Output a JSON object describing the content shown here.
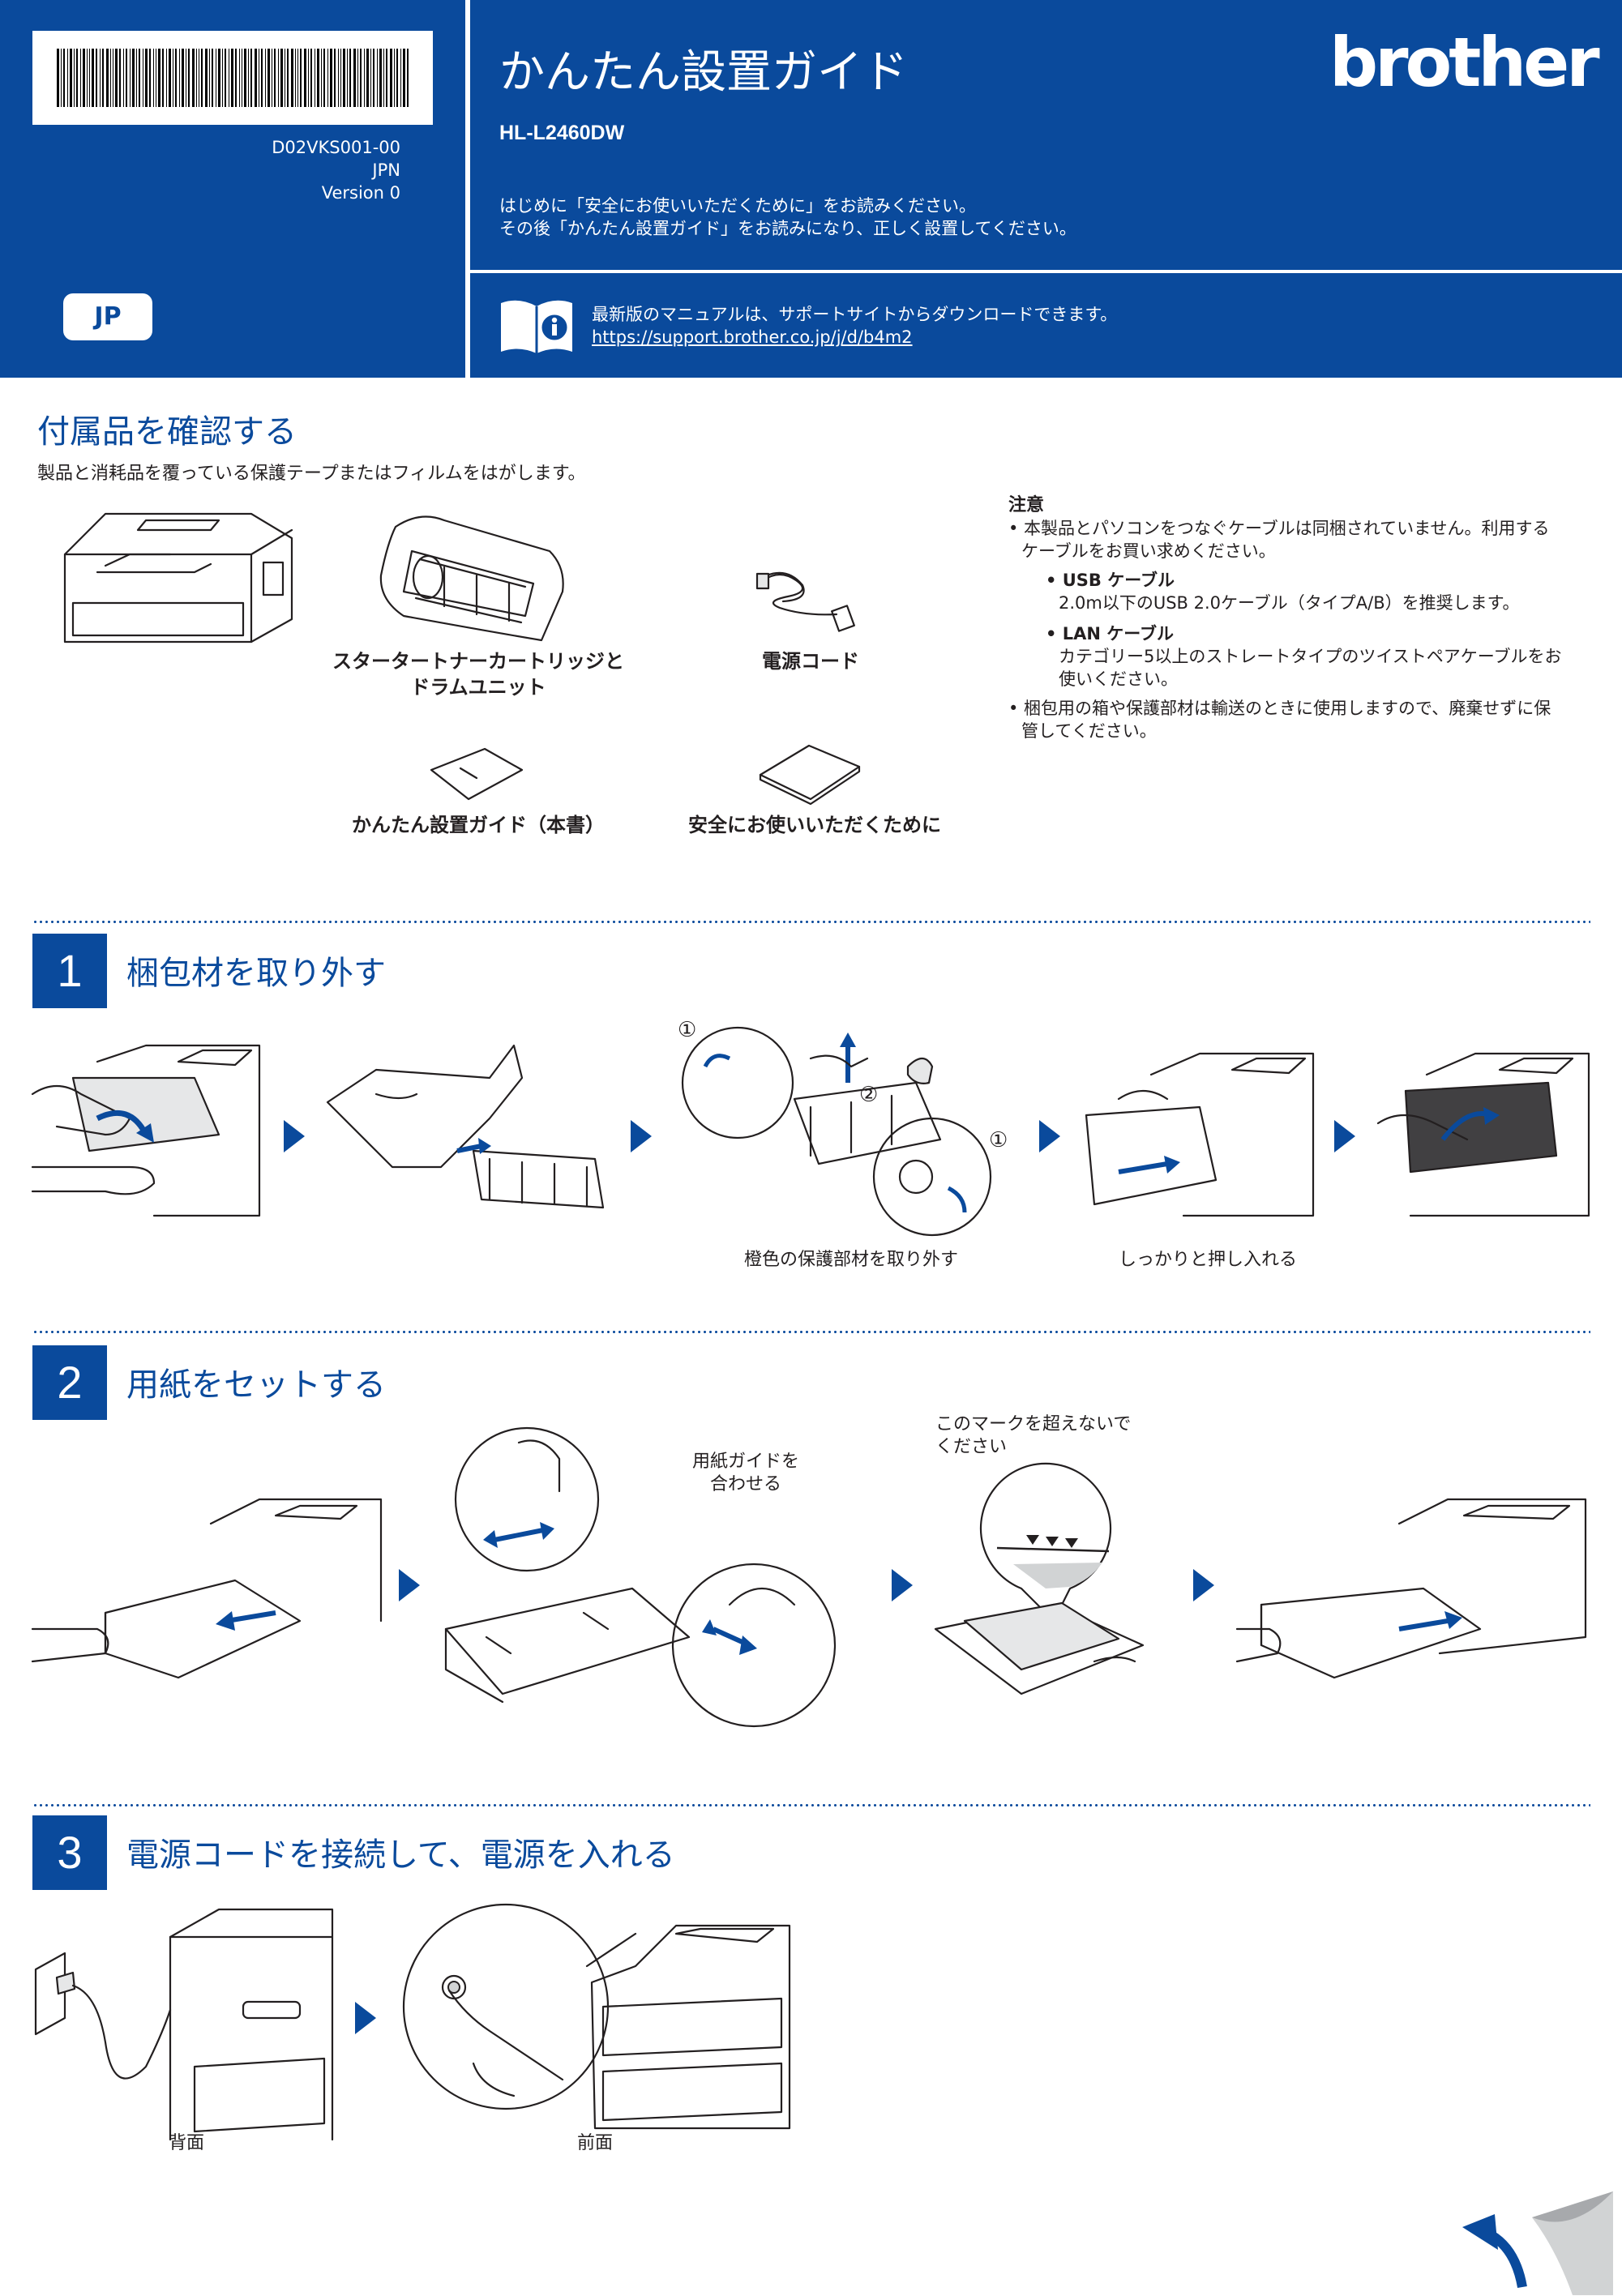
{
  "header": {
    "doc_code": "D02VKS001-00",
    "country": "JPN",
    "version": "Version 0",
    "badge": "JP",
    "title": "かんたん設置ガイド",
    "brand": "brother",
    "model": "HL-L2460DW",
    "intro_1": "はじめに「安全にお使いいただくために」をお読みください。",
    "intro_2": "その後「かんたん設置ガイド」をお読みになり、正しく設置してください。",
    "info_text": "最新版のマニュアルは、サポートサイトからダウンロードできます。",
    "info_link": "https://support.brother.co.jp/j/d/b4m2"
  },
  "accessories": {
    "heading": "付属品を確認する",
    "subtext": "製品と消耗品を覆っている保護テープまたはフィルムをはがします。",
    "items": {
      "toner_1": "スタータートナーカートリッジと",
      "toner_2": "ドラムユニット",
      "power_cord": "電源コード",
      "quick_guide": "かんたん設置ガイド（本書）",
      "safety": "安全にお使いいただくために"
    },
    "note": {
      "title": "注意",
      "b1_1": "• 本製品とパソコンをつなぐケーブルは同梱されていません。利用する",
      "b1_2": "ケーブルをお買い求めください。",
      "usb_title": "• USB ケーブル",
      "usb_text": "2.0m以下のUSB 2.0ケーブル（タイプA/B）を推奨します。",
      "lan_title": "• LAN ケーブル",
      "lan_text_1": "カテゴリー5以上のストレートタイプのツイストペアケーブルをお",
      "lan_text_2": "使いください。",
      "b2_1": "• 梱包用の箱や保護部材は輸送のときに使用しますので、廃棄せずに保",
      "b2_2": "管してください。"
    }
  },
  "steps": [
    {
      "number": "1",
      "title": "梱包材を取り外す",
      "callout_1": "①",
      "callout_2": "②",
      "callout_3": "①",
      "caption_a": "橙色の保護部材を取り外す",
      "caption_b": "しっかりと押し入れる"
    },
    {
      "number": "2",
      "title": "用紙をセットする",
      "caption_guides_1": "用紙ガイドを",
      "caption_guides_2": "合わせる",
      "caption_mark_1": "このマークを超えないで",
      "caption_mark_2": "ください"
    },
    {
      "number": "3",
      "title": "電源コードを接続して、電源を入れる",
      "caption_back": "背面",
      "caption_front": "前面"
    }
  ],
  "colors": {
    "brand_blue": "#0a4a9c"
  },
  "icons": [
    "barcode",
    "book-info-icon",
    "next-arrow-icon",
    "page-turn-icon"
  ]
}
